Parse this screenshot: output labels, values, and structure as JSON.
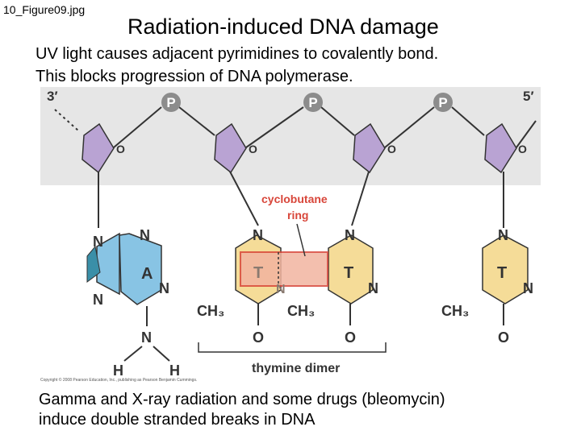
{
  "file_label": "10_Figure09.jpg",
  "title": "Radiation-induced DNA damage",
  "bullets_top": [
    "UV light causes adjacent pyrimidines to covalently bond.",
    "This blocks progression of DNA polymerase."
  ],
  "bullets_bottom": [
    "Gamma and X-ray radiation and some drugs (bleomycin)",
    "induce double stranded breaks in DNA"
  ],
  "diagram": {
    "end_3": "3′",
    "end_5": "5′",
    "phosphate": "P",
    "sugar_oxygen": "O",
    "n": "N",
    "o": "O",
    "h": "H",
    "ch3": "CH₃",
    "base_a": "A",
    "base_t": "T",
    "cyclobutane_label_1": "cyclobutane",
    "cyclobutane_label_2": "ring",
    "thymine_dimer_label": "thymine dimer",
    "copyright": "Copyright © 2008 Pearson Education, Inc., publishing as Pearson Benjamin Cummings.",
    "colors": {
      "backbone_band": "#e6e6e6",
      "sugar": "#b9a3d3",
      "phosphate": "#8c8c8c",
      "adenine": "#88c4e4",
      "thymine": "#f5dc98",
      "cyclobutane": "#f2b4a0",
      "cyclobutane_stroke": "#d8463a"
    }
  }
}
